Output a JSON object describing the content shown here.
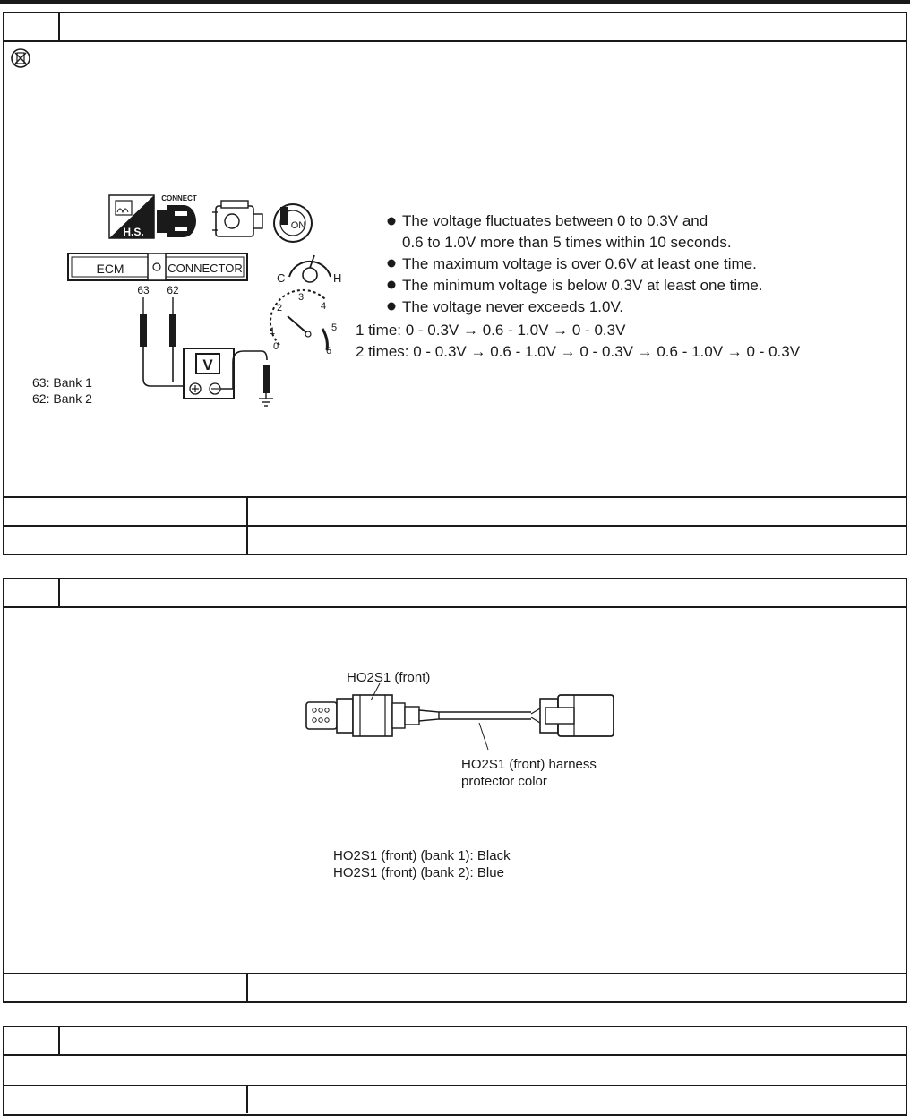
{
  "box1": {
    "ecm_label": "ECM",
    "connector_label": "CONNECTOR",
    "connect_label": "CONNECT",
    "hs_label": "H.S.",
    "on_label": "ON",
    "pin63": "63",
    "pin62": "62",
    "meter_label": "V",
    "gauge_c": "C",
    "gauge_h": "H",
    "tach_numbers": [
      "0",
      "1",
      "2",
      "3",
      "4",
      "5",
      "6"
    ],
    "bank_legend": [
      "63: Bank 1",
      "62: Bank 2"
    ],
    "criteria": [
      "The voltage fluctuates between 0 to 0.3V and",
      "0.6 to 1.0V more than 5 times within 10 seconds.",
      "The maximum voltage is over 0.6V at least one time.",
      "The minimum voltage is below 0.3V at least one time.",
      "The voltage never exceeds 1.0V."
    ],
    "cycle_1": "1 time: 0 - 0.3V → 0.6 - 1.0V → 0 - 0.3V",
    "cycle_2": "2 times: 0 - 0.3V → 0.6 - 1.0V → 0 - 0.3V → 0.6 - 1.0V → 0 - 0.3V"
  },
  "box2": {
    "sensor_label": "HO2S1 (front)",
    "harness_label_line1": "HO2S1 (front) harness",
    "harness_label_line2": "protector color",
    "color_bank1": "HO2S1 (front) (bank 1): Black",
    "color_bank2": "HO2S1 (front) (bank 2): Blue"
  },
  "colors": {
    "ink": "#1a1a1a",
    "paper": "#ffffff"
  }
}
